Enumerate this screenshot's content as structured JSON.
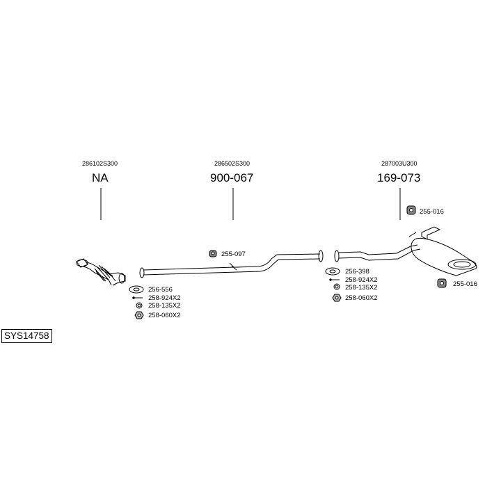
{
  "system_code": "SYS14758",
  "assemblies": [
    {
      "oem_number": "286102S300",
      "part_number": "NA"
    },
    {
      "oem_number": "286502S300",
      "part_number": "900-067"
    },
    {
      "oem_number": "287003U300",
      "part_number": "169-073"
    }
  ],
  "accessories": {
    "front": [
      "256-556",
      "258-924X2",
      "258-135X2",
      "258-060X2"
    ],
    "middle_hanger": "255-097",
    "rear_joint": [
      "256-398",
      "258-924X2",
      "258-135X2",
      "258-060X2"
    ],
    "rear_hanger_top": "255-016",
    "rear_hanger_bottom": "255-016"
  }
}
